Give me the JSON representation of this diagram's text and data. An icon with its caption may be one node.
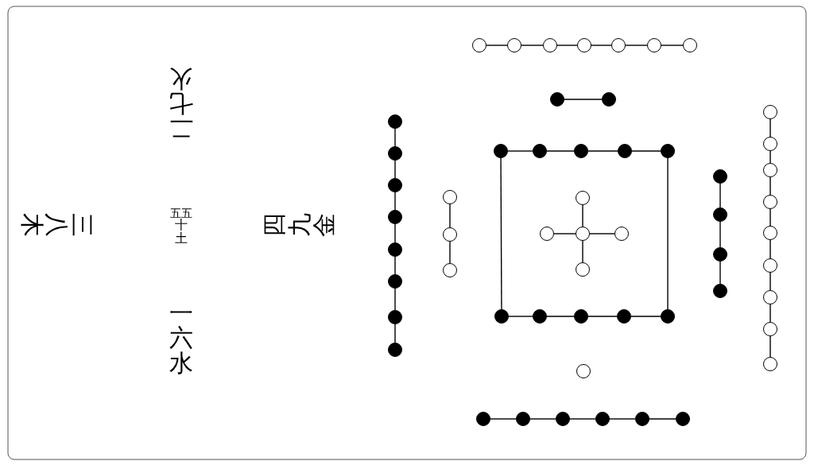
{
  "diagram": {
    "nodes": [
      {
        "text": [],
        "shape": "circle"
      },
      {
        "text": [],
        "shape": "circle"
      },
      {
        "text": [],
        "shape": "circle"
      },
      {
        "text": [],
        "shape": "circle"
      },
      {
        "text": [],
        "shape": "circle"
      },
      {
        "text": [],
        "shape": "circle"
      },
      {
        "text": [],
        "shape": "circle"
      },
      {
        "text": [],
        "shape": "dot"
      },
      {
        "text": [],
        "shape": "dot"
      },
      {
        "text": [],
        "shape": "dot"
      },
      {
        "text": [],
        "shape": "dot"
      },
      {
        "text": [],
        "shape": "dot"
      },
      {
        "text": [],
        "shape": "dot"
      },
      {
        "text": [],
        "shape": "dot"
      },
      {
        "text": [],
        "shape": "dot"
      },
      {
        "text": [],
        "shape": "dot"
      },
      {
        "text": [],
        "shape": "dot"
      },
      {
        "text": [],
        "shape": "circle"
      },
      {
        "text": [],
        "shape": "circle"
      },
      {
        "text": [],
        "shape": "circle"
      },
      {
        "text": [],
        "shape": "dot"
      },
      {
        "text": [],
        "shape": "dot"
      },
      {
        "text": [],
        "shape": "dot"
      },
      {
        "text": [],
        "shape": "dot"
      },
      {
        "text": [],
        "shape": "dot"
      },
      {
        "text": [],
        "shape": "dot"
      },
      {
        "text": [],
        "shape": "dot"
      },
      {
        "text": [],
        "shape": "dot"
      },
      {
        "text": [],
        "shape": "dot"
      },
      {
        "text": [],
        "shape": "dot"
      },
      {
        "text": [],
        "shape": "circle"
      },
      {
        "text": [],
        "shape": "circle"
      },
      {
        "text": [],
        "shape": "circle"
      },
      {
        "text": [],
        "shape": "circle"
      },
      {
        "text": [],
        "shape": "circle"
      },
      {
        "text": [],
        "shape": "dot"
      },
      {
        "text": [],
        "shape": "dot"
      },
      {
        "text": [],
        "shape": "dot"
      },
      {
        "text": [],
        "shape": "dot"
      },
      {
        "text": [],
        "shape": "circle"
      },
      {
        "text": [],
        "shape": "circle"
      },
      {
        "text": [],
        "shape": "circle"
      },
      {
        "text": [],
        "shape": "circle"
      },
      {
        "text": [],
        "shape": "circle"
      },
      {
        "text": [],
        "shape": "circle"
      },
      {
        "text": [],
        "shape": "circle"
      },
      {
        "text": [],
        "shape": "circle"
      },
      {
        "text": [],
        "shape": "circle"
      },
      {
        "text": [],
        "shape": "circle"
      },
      {
        "text": [],
        "shape": "dot"
      },
      {
        "text": [],
        "shape": "dot"
      },
      {
        "text": [],
        "shape": "dot"
      },
      {
        "text": [],
        "shape": "dot"
      },
      {
        "text": [],
        "shape": "dot"
      },
      {
        "text": [],
        "shape": "dot"
      }
    ],
    "edges": [
      {
        "from": 0,
        "to": 1,
        "arrow": "none"
      },
      {
        "from": 1,
        "to": 2,
        "arrow": "none"
      },
      {
        "from": 2,
        "to": 3,
        "arrow": "none"
      },
      {
        "from": 3,
        "to": 4,
        "arrow": "none"
      },
      {
        "from": 4,
        "to": 5,
        "arrow": "none"
      },
      {
        "from": 5,
        "to": 6,
        "arrow": "none"
      },
      {
        "from": 7,
        "to": 8,
        "arrow": "none"
      },
      {
        "from": 9,
        "to": 10,
        "arrow": "none"
      },
      {
        "from": 10,
        "to": 11,
        "arrow": "none"
      },
      {
        "from": 11,
        "to": 12,
        "arrow": "none"
      },
      {
        "from": 12,
        "to": 13,
        "arrow": "none"
      },
      {
        "from": 13,
        "to": 14,
        "arrow": "none"
      },
      {
        "from": 14,
        "to": 15,
        "arrow": "none"
      },
      {
        "from": 15,
        "to": 16,
        "arrow": "none"
      },
      {
        "from": 17,
        "to": 18,
        "arrow": "none"
      },
      {
        "from": 18,
        "to": 19,
        "arrow": "none"
      },
      {
        "from": 20,
        "to": 21,
        "arrow": "none"
      },
      {
        "from": 21,
        "to": 22,
        "arrow": "none"
      },
      {
        "from": 22,
        "to": 23,
        "arrow": "none"
      },
      {
        "from": 23,
        "to": 24,
        "arrow": "none"
      },
      {
        "from": 25,
        "to": 26,
        "arrow": "none"
      },
      {
        "from": 26,
        "to": 27,
        "arrow": "none"
      },
      {
        "from": 27,
        "to": 28,
        "arrow": "none"
      },
      {
        "from": 28,
        "to": 29,
        "arrow": "none"
      },
      {
        "from": 20,
        "to": 25,
        "arrow": "none"
      },
      {
        "from": 24,
        "to": 29,
        "arrow": "none"
      },
      {
        "from": 30,
        "to": 32,
        "arrow": "none"
      },
      {
        "from": 31,
        "to": 32,
        "arrow": "none"
      },
      {
        "from": 32,
        "to": 33,
        "arrow": "none"
      },
      {
        "from": 32,
        "to": 34,
        "arrow": "none"
      },
      {
        "from": 35,
        "to": 36,
        "arrow": "none"
      },
      {
        "from": 36,
        "to": 37,
        "arrow": "none"
      },
      {
        "from": 37,
        "to": 38,
        "arrow": "none"
      },
      {
        "from": 39,
        "to": 40,
        "arrow": "none"
      },
      {
        "from": 40,
        "to": 41,
        "arrow": "none"
      },
      {
        "from": 41,
        "to": 42,
        "arrow": "none"
      },
      {
        "from": 42,
        "to": 43,
        "arrow": "none"
      },
      {
        "from": 43,
        "to": 44,
        "arrow": "none"
      },
      {
        "from": 44,
        "to": 45,
        "arrow": "none"
      },
      {
        "from": 45,
        "to": 46,
        "arrow": "none"
      },
      {
        "from": 46,
        "to": 47,
        "arrow": "none"
      },
      {
        "from": 49,
        "to": 50,
        "arrow": "none"
      },
      {
        "from": 50,
        "to": 51,
        "arrow": "none"
      },
      {
        "from": 51,
        "to": 52,
        "arrow": "none"
      },
      {
        "from": 52,
        "to": 53,
        "arrow": "none"
      },
      {
        "from": 53,
        "to": 54,
        "arrow": "none"
      }
    ],
    "labels": [
      "二七火",
      "三八木",
      "五五",
      "十土",
      "四九金",
      "一六水"
    ]
  }
}
